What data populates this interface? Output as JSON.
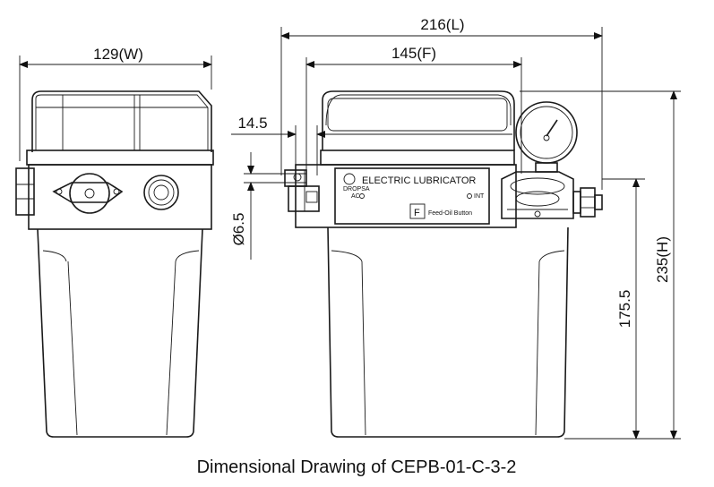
{
  "caption": "Dimensional Drawing of CEPB-01-C-3-2",
  "dimensions": {
    "width": "129(W)",
    "length": "216(L)",
    "front": "145(F)",
    "offset": "14.5",
    "diameter": "Ø6.5",
    "outlet_height": "175.5",
    "height": "235(H)"
  },
  "label": {
    "title": "ELECTRIC LUBRICATOR",
    "ac": "AC",
    "int": "INT",
    "feed_key": "F",
    "feed_text": "Feed-Oil Button"
  }
}
